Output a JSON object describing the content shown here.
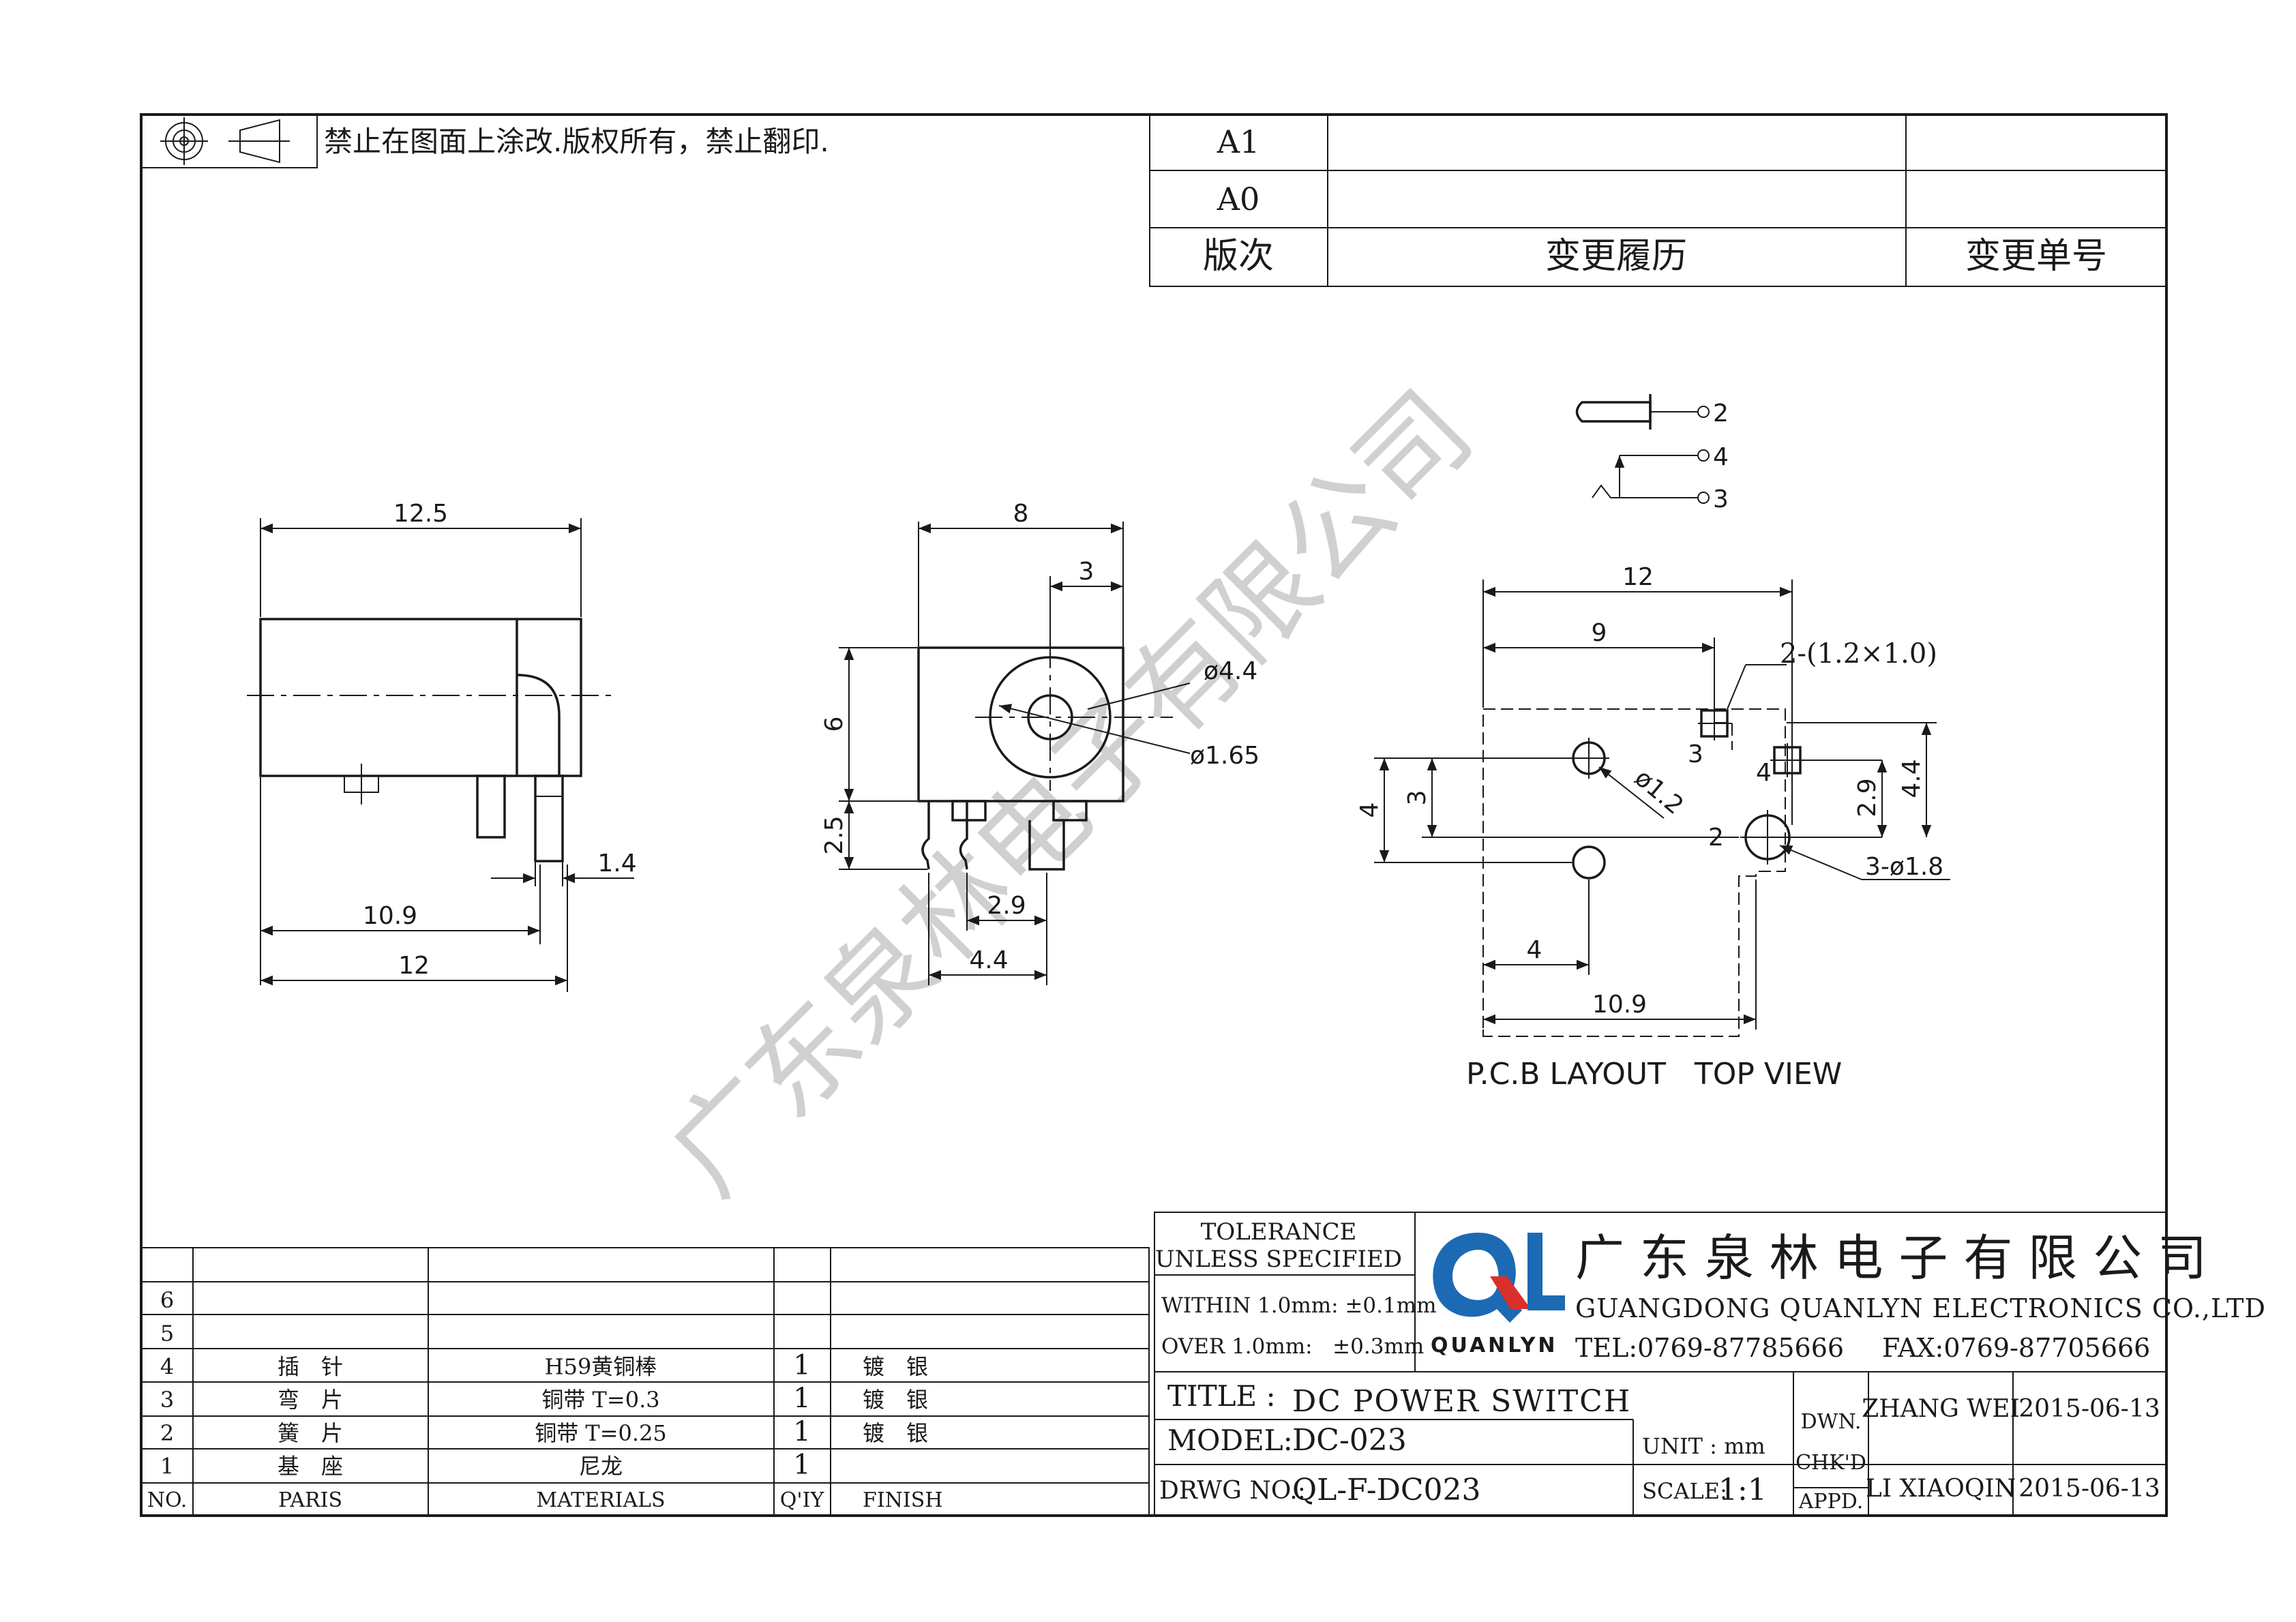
{
  "notice": "禁止在图面上涂改.版权所有，禁止翻印.",
  "revision_table": {
    "rows": [
      {
        "rev": "A1",
        "history": "",
        "number": ""
      },
      {
        "rev": "A0",
        "history": "",
        "number": ""
      }
    ],
    "header": {
      "rev": "版次",
      "history": "变更履历",
      "number": "变更单号"
    }
  },
  "watermark": "广东泉林电子有限公司",
  "side_view": {
    "dim_top": "12.5",
    "dim_pin": "1.4",
    "dim_a": "10.9",
    "dim_b": "12"
  },
  "front_view": {
    "dim_width": "8",
    "dim_offset": "3",
    "dim_height": "6",
    "dim_pin_h": "2.5",
    "dim_bore": "ø4.4",
    "dim_pin_d": "ø1.65",
    "dim_p1": "2.9",
    "dim_p2": "4.4"
  },
  "schematic": {
    "pin2": "2",
    "pin4": "4",
    "pin3": "3"
  },
  "pcb": {
    "dim_total_w": "12",
    "dim_9": "9",
    "slot_note": "2-(1.2×1.0)",
    "dim_h4": "4",
    "dim_h3": "3",
    "hole_note": "ø1.2",
    "dim_29": "2.9",
    "dim_44": "4.4",
    "hole_note2": "3-ø1.8",
    "dim_4": "4",
    "dim_109": "10.9",
    "label_3": "3",
    "label_4": "4",
    "label_2": "2",
    "caption": "P.C.B LAYOUT   TOP VIEW"
  },
  "parts_table": {
    "headers": {
      "no": "NO.",
      "part": "PARIS",
      "material": "MATERIALS",
      "qty": "Q'IY",
      "finish": "FINISH"
    },
    "rows": [
      {
        "no": "6",
        "part": "",
        "material": "",
        "qty": "",
        "finish": ""
      },
      {
        "no": "5",
        "part": "",
        "material": "",
        "qty": "",
        "finish": ""
      },
      {
        "no": "4",
        "part": "插　针",
        "material": "H59黄铜棒",
        "qty": "1",
        "finish": "镀　银"
      },
      {
        "no": "3",
        "part": "弯　片",
        "material": "铜带 T=0.3",
        "qty": "1",
        "finish": "镀　银"
      },
      {
        "no": "2",
        "part": "簧　片",
        "material": "铜带 T=0.25",
        "qty": "1",
        "finish": "镀　银"
      },
      {
        "no": "1",
        "part": "基　座",
        "material": "尼龙",
        "qty": "1",
        "finish": ""
      }
    ]
  },
  "title_block": {
    "tolerance_title_1": "TOLERANCE",
    "tolerance_title_2": "UNLESS SPECIFIED",
    "tol_within": "WITHIN 1.0mm: ±0.1mm",
    "tol_over": "OVER 1.0mm:   ±0.3mm",
    "logo_text": "QUANLYN",
    "company_cn": "广 东 泉 林 电 子 有 限 公 司",
    "company_en": "GUANGDONG QUANLYN ELECTRONICS CO.,LTD",
    "tel": "TEL:0769-87785666",
    "fax": "FAX:0769-87705666",
    "title_label": "TITLE :",
    "title_value": "DC POWER SWITCH",
    "model_label": "MODEL:",
    "model_value": "DC-023",
    "drwg_label": "DRWG NO.:",
    "drwg_value": "QL-F-DC023",
    "unit": "UNIT : mm",
    "scale_label": "SCALE:",
    "scale_value": "1:1",
    "dwn": "DWN.",
    "chkd": "CHK'D",
    "appd": "APPD.",
    "drawn_by": "ZHANG WEI",
    "checked_by": "LI XIAOQIN",
    "date_1": "2015-06-13",
    "date_2": "2015-06-13"
  },
  "colors": {
    "logo_blue": "#1b6ab3",
    "logo_red": "#d9302c",
    "line": "#1a1a1a",
    "watermark": "#c8c8c8"
  }
}
